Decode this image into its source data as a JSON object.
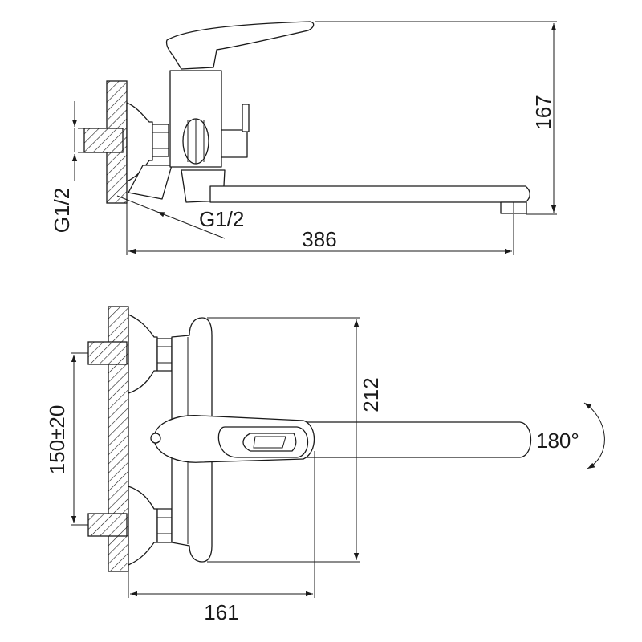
{
  "side_view": {
    "dimensions": {
      "height": "167",
      "length": "386",
      "inlet_thread_left": "G1/2",
      "inlet_thread_right": "G1/2"
    }
  },
  "front_view": {
    "dimensions": {
      "height": "212",
      "centers": "150±20",
      "depth": "161",
      "rotation": "180°"
    }
  },
  "colors": {
    "line": "#1a1a1a",
    "background": "#ffffff"
  }
}
